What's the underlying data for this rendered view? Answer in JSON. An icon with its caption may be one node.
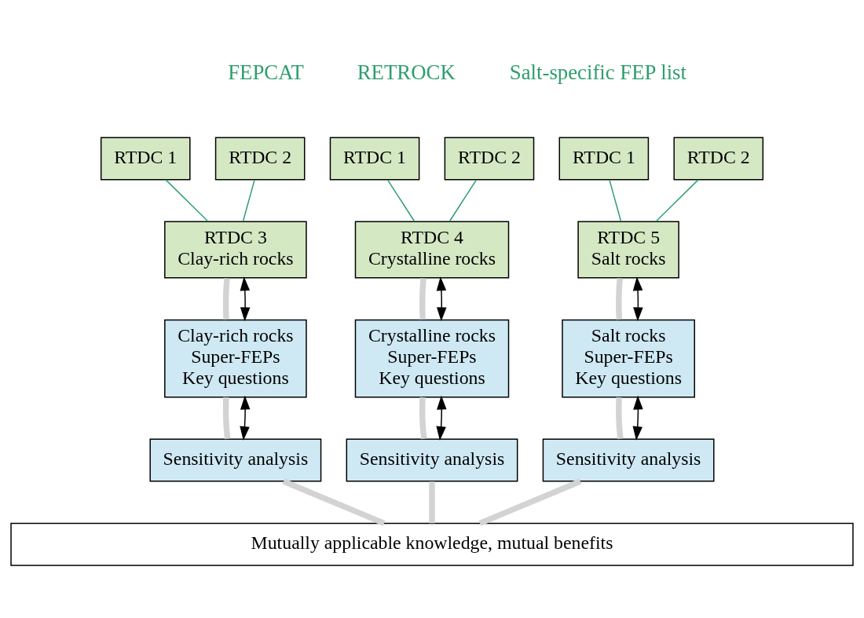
{
  "diagram": {
    "nodes": [
      {
        "text": [
          "RTDC 1"
        ]
      },
      {
        "text": [
          "RTDC 2"
        ]
      },
      {
        "text": [
          "RTDC 3",
          "Clay-rich rocks"
        ]
      },
      {
        "text": [
          "Clay-rich rocks",
          "Super-FEPs",
          "Key questions"
        ]
      },
      {
        "text": [
          "Sensitivity analysis"
        ]
      },
      {
        "text": [
          "RTDC 1"
        ]
      },
      {
        "text": [
          "RTDC 2"
        ]
      },
      {
        "text": [
          "RTDC 4",
          "Crystalline rocks"
        ]
      },
      {
        "text": [
          "Crystalline rocks",
          "Super-FEPs",
          "Key questions"
        ]
      },
      {
        "text": [
          "Sensitivity analysis"
        ]
      },
      {
        "text": [
          "RTDC 1"
        ]
      },
      {
        "text": [
          "RTDC 2"
        ]
      },
      {
        "text": [
          "RTDC 5",
          "Salt rocks"
        ]
      },
      {
        "text": [
          "Salt rocks",
          "Super-FEPs",
          "Key questions"
        ]
      },
      {
        "text": [
          "Sensitivity analysis"
        ]
      },
      {
        "text": [
          "Mutually applicable knowledge, mutual benefits"
        ]
      }
    ],
    "edges": [
      {
        "from": 0,
        "to": 2,
        "arrow": "none",
        "color": "#2e9e6e"
      },
      {
        "from": 1,
        "to": 2,
        "arrow": "none",
        "color": "#2e9e6e"
      },
      {
        "from": 2,
        "to": 3,
        "arrow": "none",
        "style": "thick",
        "color": "#d3d3d3"
      },
      {
        "from": 2,
        "to": 3,
        "arrow": "both",
        "color": "#000000"
      },
      {
        "from": 3,
        "to": 4,
        "arrow": "none",
        "style": "thick",
        "color": "#d3d3d3"
      },
      {
        "from": 3,
        "to": 4,
        "arrow": "both",
        "color": "#000000"
      },
      {
        "from": 4,
        "to": 15,
        "arrow": "none",
        "style": "thick",
        "color": "#d3d3d3"
      },
      {
        "from": 5,
        "to": 7,
        "arrow": "none",
        "color": "#2e9e6e"
      },
      {
        "from": 6,
        "to": 7,
        "arrow": "none",
        "color": "#2e9e6e"
      },
      {
        "from": 7,
        "to": 8,
        "arrow": "none",
        "style": "thick",
        "color": "#d3d3d3"
      },
      {
        "from": 7,
        "to": 8,
        "arrow": "both",
        "color": "#000000"
      },
      {
        "from": 8,
        "to": 9,
        "arrow": "none",
        "style": "thick",
        "color": "#d3d3d3"
      },
      {
        "from": 8,
        "to": 9,
        "arrow": "both",
        "color": "#000000"
      },
      {
        "from": 9,
        "to": 15,
        "arrow": "none",
        "style": "thick",
        "color": "#d3d3d3"
      },
      {
        "from": 10,
        "to": 12,
        "arrow": "none",
        "color": "#2e9e6e"
      },
      {
        "from": 11,
        "to": 12,
        "arrow": "none",
        "color": "#2e9e6e"
      },
      {
        "from": 12,
        "to": 13,
        "arrow": "none",
        "style": "thick",
        "color": "#d3d3d3"
      },
      {
        "from": 12,
        "to": 13,
        "arrow": "both",
        "color": "#000000"
      },
      {
        "from": 13,
        "to": 14,
        "arrow": "none",
        "style": "thick",
        "color": "#d3d3d3"
      },
      {
        "from": 13,
        "to": 14,
        "arrow": "both",
        "color": "#000000"
      },
      {
        "from": 14,
        "to": 15,
        "arrow": "none",
        "style": "thick",
        "color": "#d3d3d3"
      }
    ],
    "labels": [
      "FEPCAT",
      "RETROCK",
      "Salt-specific FEP list"
    ]
  }
}
